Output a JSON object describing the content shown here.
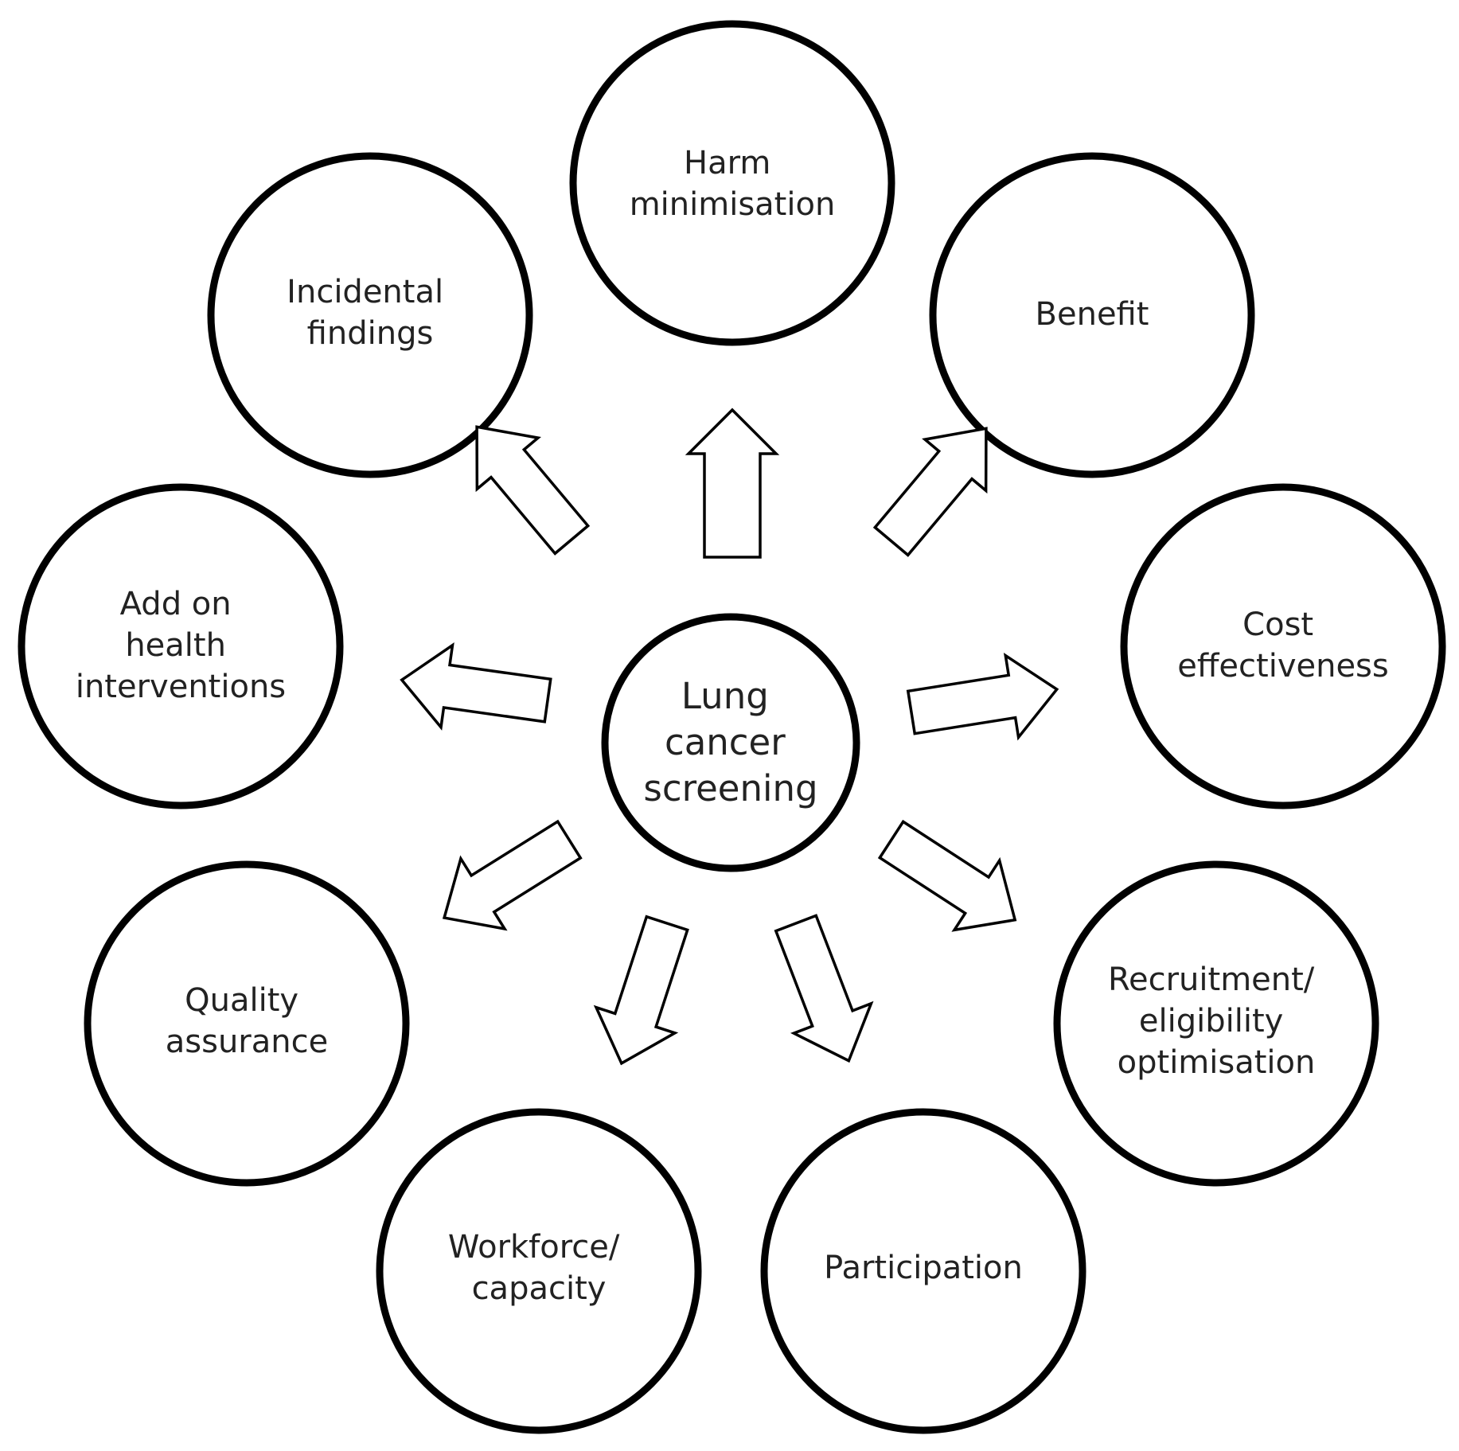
{
  "diagram": {
    "center": {
      "lines": [
        "Lung",
        "cancer",
        "screening"
      ]
    },
    "nodes": [
      {
        "id": "harm-minimisation",
        "lines": [
          "Harm",
          "minimisation"
        ]
      },
      {
        "id": "benefit",
        "lines": [
          "Benefit"
        ]
      },
      {
        "id": "cost-effectiveness",
        "lines": [
          "Cost",
          "effectiveness"
        ]
      },
      {
        "id": "recruitment-eligibility-optimisation",
        "lines": [
          "Recruitment/",
          "eligibility",
          "optimisation"
        ]
      },
      {
        "id": "participation",
        "lines": [
          "Participation"
        ]
      },
      {
        "id": "workforce-capacity",
        "lines": [
          "Workforce/",
          "capacity"
        ]
      },
      {
        "id": "quality-assurance",
        "lines": [
          "Quality",
          "assurance"
        ]
      },
      {
        "id": "add-on-health-interventions",
        "lines": [
          "Add on",
          "health",
          "interventions"
        ]
      },
      {
        "id": "incidental-findings",
        "lines": [
          "Incidental",
          "findings"
        ]
      }
    ]
  }
}
